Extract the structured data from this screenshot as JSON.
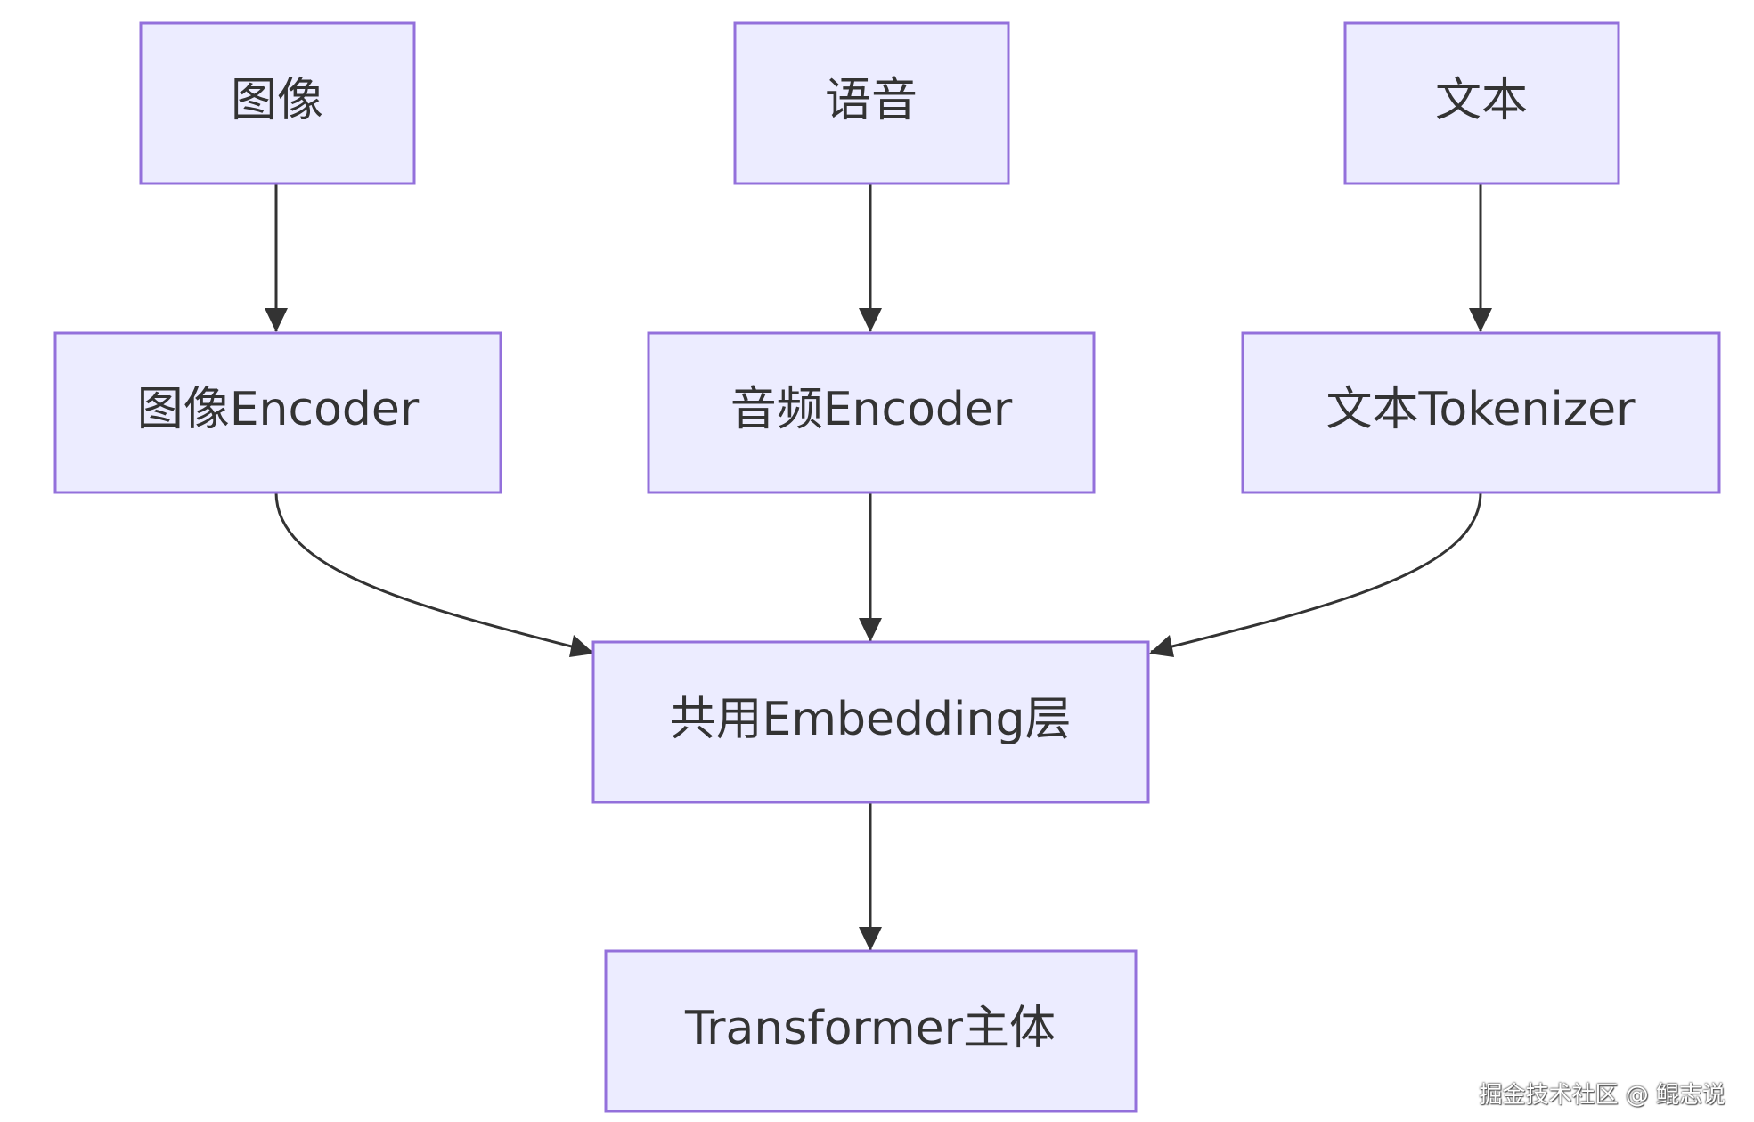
{
  "diagram": {
    "type": "flowchart",
    "direction": "top-down",
    "colors": {
      "node_fill": "#ECECFF",
      "node_stroke": "#9370DB",
      "text": "#333333",
      "edge": "#333333"
    },
    "nodes": {
      "image": "图像",
      "audio": "语音",
      "text": "文本",
      "image_encoder": "图像Encoder",
      "audio_encoder": "音频Encoder",
      "text_tokenizer": "文本Tokenizer",
      "shared_embedding": "共用Embedding层",
      "transformer": "Transformer主体"
    },
    "edges": [
      {
        "from": "图像",
        "to": "图像Encoder"
      },
      {
        "from": "语音",
        "to": "音频Encoder"
      },
      {
        "from": "文本",
        "to": "文本Tokenizer"
      },
      {
        "from": "图像Encoder",
        "to": "共用Embedding层"
      },
      {
        "from": "音频Encoder",
        "to": "共用Embedding层"
      },
      {
        "from": "文本Tokenizer",
        "to": "共用Embedding层"
      },
      {
        "from": "共用Embedding层",
        "to": "Transformer主体"
      }
    ]
  },
  "watermark": "掘金技术社区 @ 鲲志说"
}
